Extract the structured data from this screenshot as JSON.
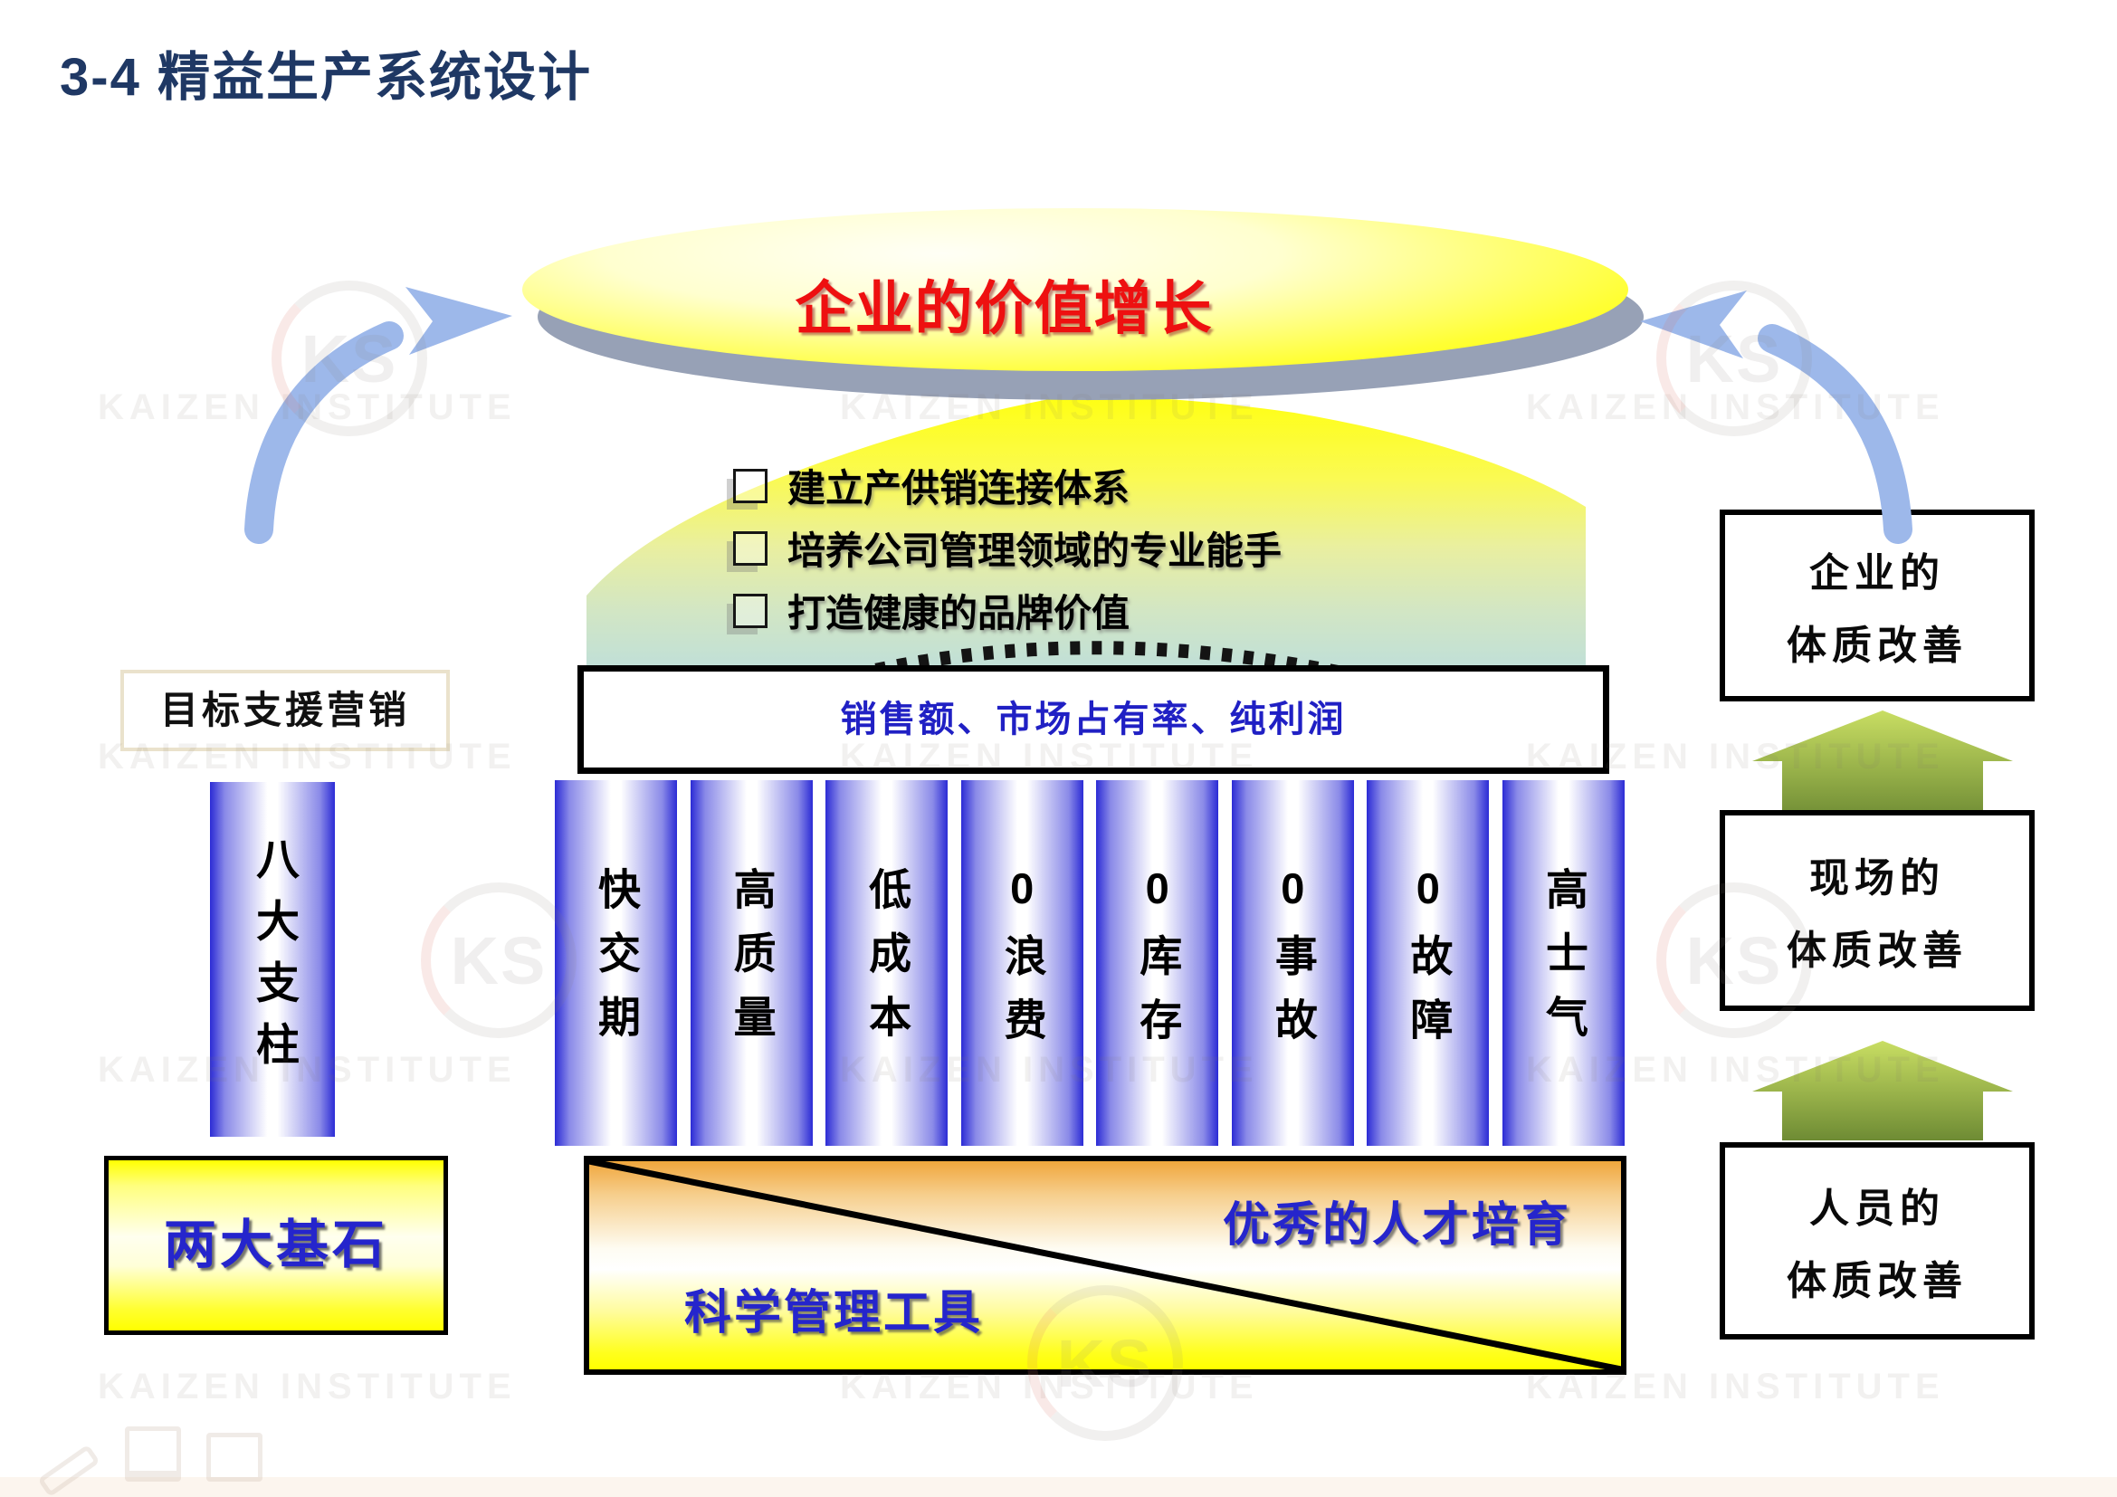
{
  "slide": {
    "title": "3-4 精益生产系统设计"
  },
  "watermark": {
    "text": "KAIZEN INSTITUTE",
    "monogram": "KS"
  },
  "goal": {
    "label": "企业的价值增长"
  },
  "strategies": [
    {
      "label": "建立产供销连接体系"
    },
    {
      "label": "培养公司管理领域的专业能手"
    },
    {
      "label": "打造健康的品牌价值"
    }
  ],
  "kpi_banner": {
    "label": "销售额、市场占有率、纯利润"
  },
  "marketing_tag": {
    "label": "目标支援营销"
  },
  "pillars_title": {
    "label": "八大支柱"
  },
  "pillars": [
    {
      "label": "快交期"
    },
    {
      "label": "高质量"
    },
    {
      "label": "低成本"
    },
    {
      "label": "0浪费"
    },
    {
      "label": "0库存"
    },
    {
      "label": "0事故"
    },
    {
      "label": "0故障"
    },
    {
      "label": "高士气"
    }
  ],
  "foundations": {
    "label": "两大基石",
    "talent": "优秀的人才培育",
    "tools": "科学管理工具"
  },
  "improvement_ladder": [
    {
      "line1": "企业的",
      "line2": "体质改善"
    },
    {
      "line1": "现场的",
      "line2": "体质改善"
    },
    {
      "line1": "人员的",
      "line2": "体质改善"
    }
  ],
  "colors": {
    "title_navy": "#1F3864",
    "goal_red": "#EE1010",
    "text_blue": "#2222C8",
    "pillar_blue": "#2B2BD5",
    "arrow_blue": "#9DB8EA",
    "arrow_green_light": "#C9DE63",
    "arrow_green_dark": "#6E8B34",
    "pyramid_yellow": "#FFFF12",
    "pyramid_teal": "#BFDFD9",
    "ellipse_yellow": "#FFFF00",
    "shadow_gray": "#97A1B6"
  }
}
